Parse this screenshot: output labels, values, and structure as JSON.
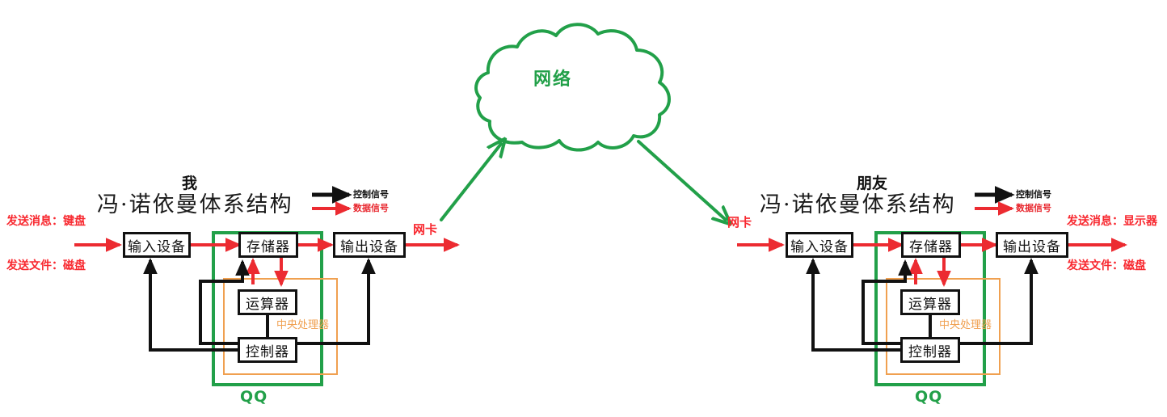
{
  "diagram": {
    "title_implicit": "",
    "colors": {
      "control_signal": "#111111",
      "data_signal": "#e8262d",
      "network": "#22a049",
      "cpu_border": "#f0a050",
      "qq_border": "#22a049"
    },
    "cloud": {
      "label": "网络"
    },
    "legend": {
      "control": "控制信号",
      "data": "数据信号"
    },
    "sides": [
      {
        "person": "我",
        "architecture": "冯·诺依曼体系结构",
        "nic": "网卡",
        "input_note_top": "发送消息：键盘",
        "input_note_bottom": "发送文件：磁盘",
        "boxes": {
          "input": "输入设备",
          "memory": "存储器",
          "alu": "运算器",
          "controller": "控制器",
          "output": "输出设备"
        },
        "cpu_label": "中央处理器",
        "app_label": "QQ"
      },
      {
        "person": "朋友",
        "architecture": "冯·诺依曼体系结构",
        "nic": "网卡",
        "output_note_top": "发送消息：显示器",
        "output_note_bottom": "发送文件：磁盘",
        "boxes": {
          "input": "输入设备",
          "memory": "存储器",
          "alu": "运算器",
          "controller": "控制器",
          "output": "输出设备"
        },
        "cpu_label": "中央处理器",
        "app_label": "QQ"
      }
    ]
  }
}
